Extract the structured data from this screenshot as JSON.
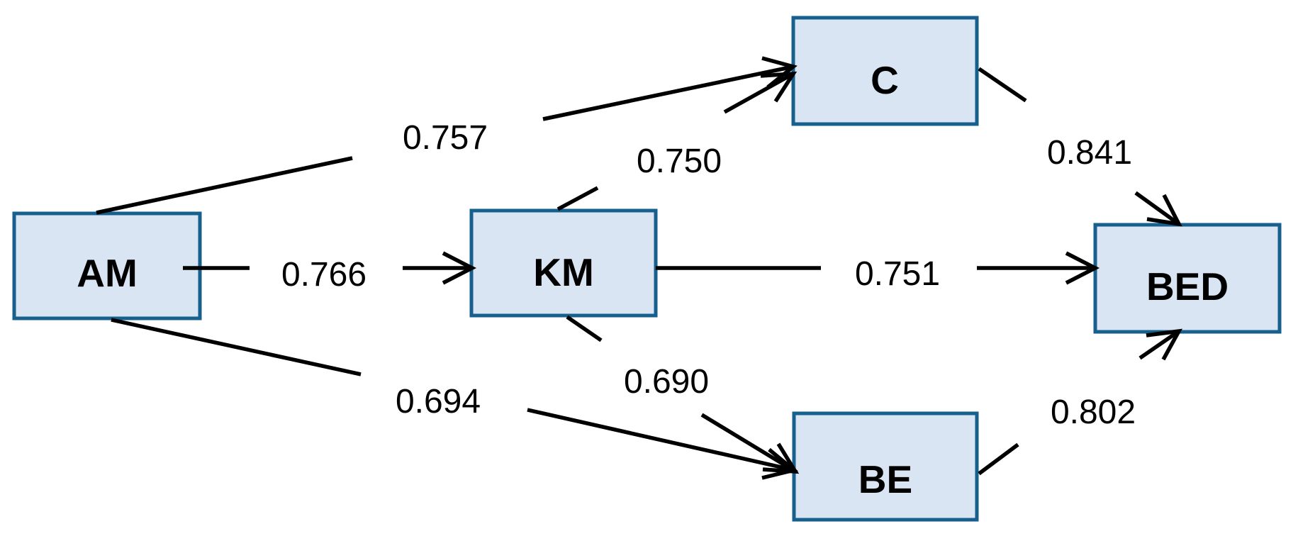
{
  "diagram": {
    "type": "structural-path-model",
    "background_color": "#ffffff",
    "node_fill_color": "#d9e5f2",
    "node_border_color": "#175f8c",
    "line_color": "#000000",
    "nodes": [
      {
        "id": "AM",
        "label": "AM"
      },
      {
        "id": "KM",
        "label": "KM"
      },
      {
        "id": "C",
        "label": "C"
      },
      {
        "id": "BE",
        "label": "BE"
      },
      {
        "id": "BED",
        "label": "BED"
      }
    ],
    "edges": [
      {
        "from": "AM",
        "to": "KM",
        "coefficient": "0.766"
      },
      {
        "from": "AM",
        "to": "C",
        "coefficient": "0.757"
      },
      {
        "from": "AM",
        "to": "BE",
        "coefficient": "0.694"
      },
      {
        "from": "KM",
        "to": "C",
        "coefficient": "0.750"
      },
      {
        "from": "KM",
        "to": "BED",
        "coefficient": "0.751"
      },
      {
        "from": "KM",
        "to": "BE",
        "coefficient": "0.690"
      },
      {
        "from": "C",
        "to": "BED",
        "coefficient": "0.841"
      },
      {
        "from": "BE",
        "to": "BED",
        "coefficient": "0.802"
      }
    ]
  }
}
